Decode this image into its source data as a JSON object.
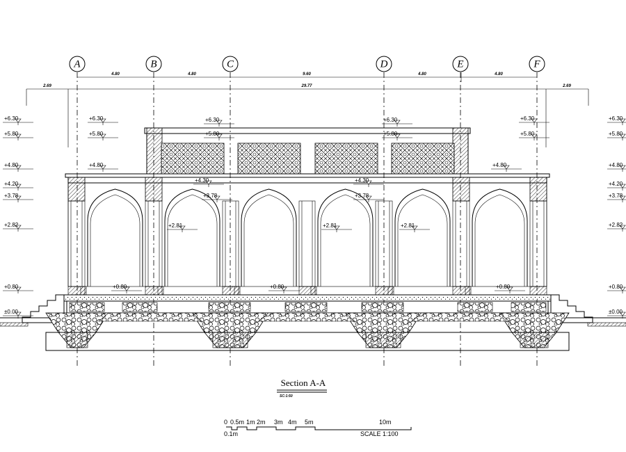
{
  "axes": [
    "A",
    "B",
    "C",
    "D",
    "E",
    "F"
  ],
  "top_dimensions": [
    "4.80",
    "4.80",
    "9.60",
    "4.80",
    "4.80"
  ],
  "overall_dimensions": {
    "left": "2.69",
    "total": "29.77",
    "right": "2.69"
  },
  "levels_outer": [
    "+6.30",
    "+5.80",
    "+4.80",
    "+4.20",
    "+3.78",
    "+2.82",
    "+0.80",
    "±0.00"
  ],
  "levels_inner": {
    "roof_top": "+6.30",
    "roof_parapet": "+5.80",
    "cornice": "+4.80",
    "arch_top": "+4.30",
    "arch_spring": "+3.78",
    "impost": "+2.81",
    "floor": "+0.80"
  },
  "title": "Section A-A",
  "subtitle": "SC:1:50",
  "scale_bar": {
    "labels_top": [
      "0",
      "0.5m",
      "1m",
      "2m",
      "3m",
      "4m",
      "5m",
      "10m"
    ],
    "label_bottom": "0.1m",
    "scale_text": "SCALE 1:100"
  }
}
